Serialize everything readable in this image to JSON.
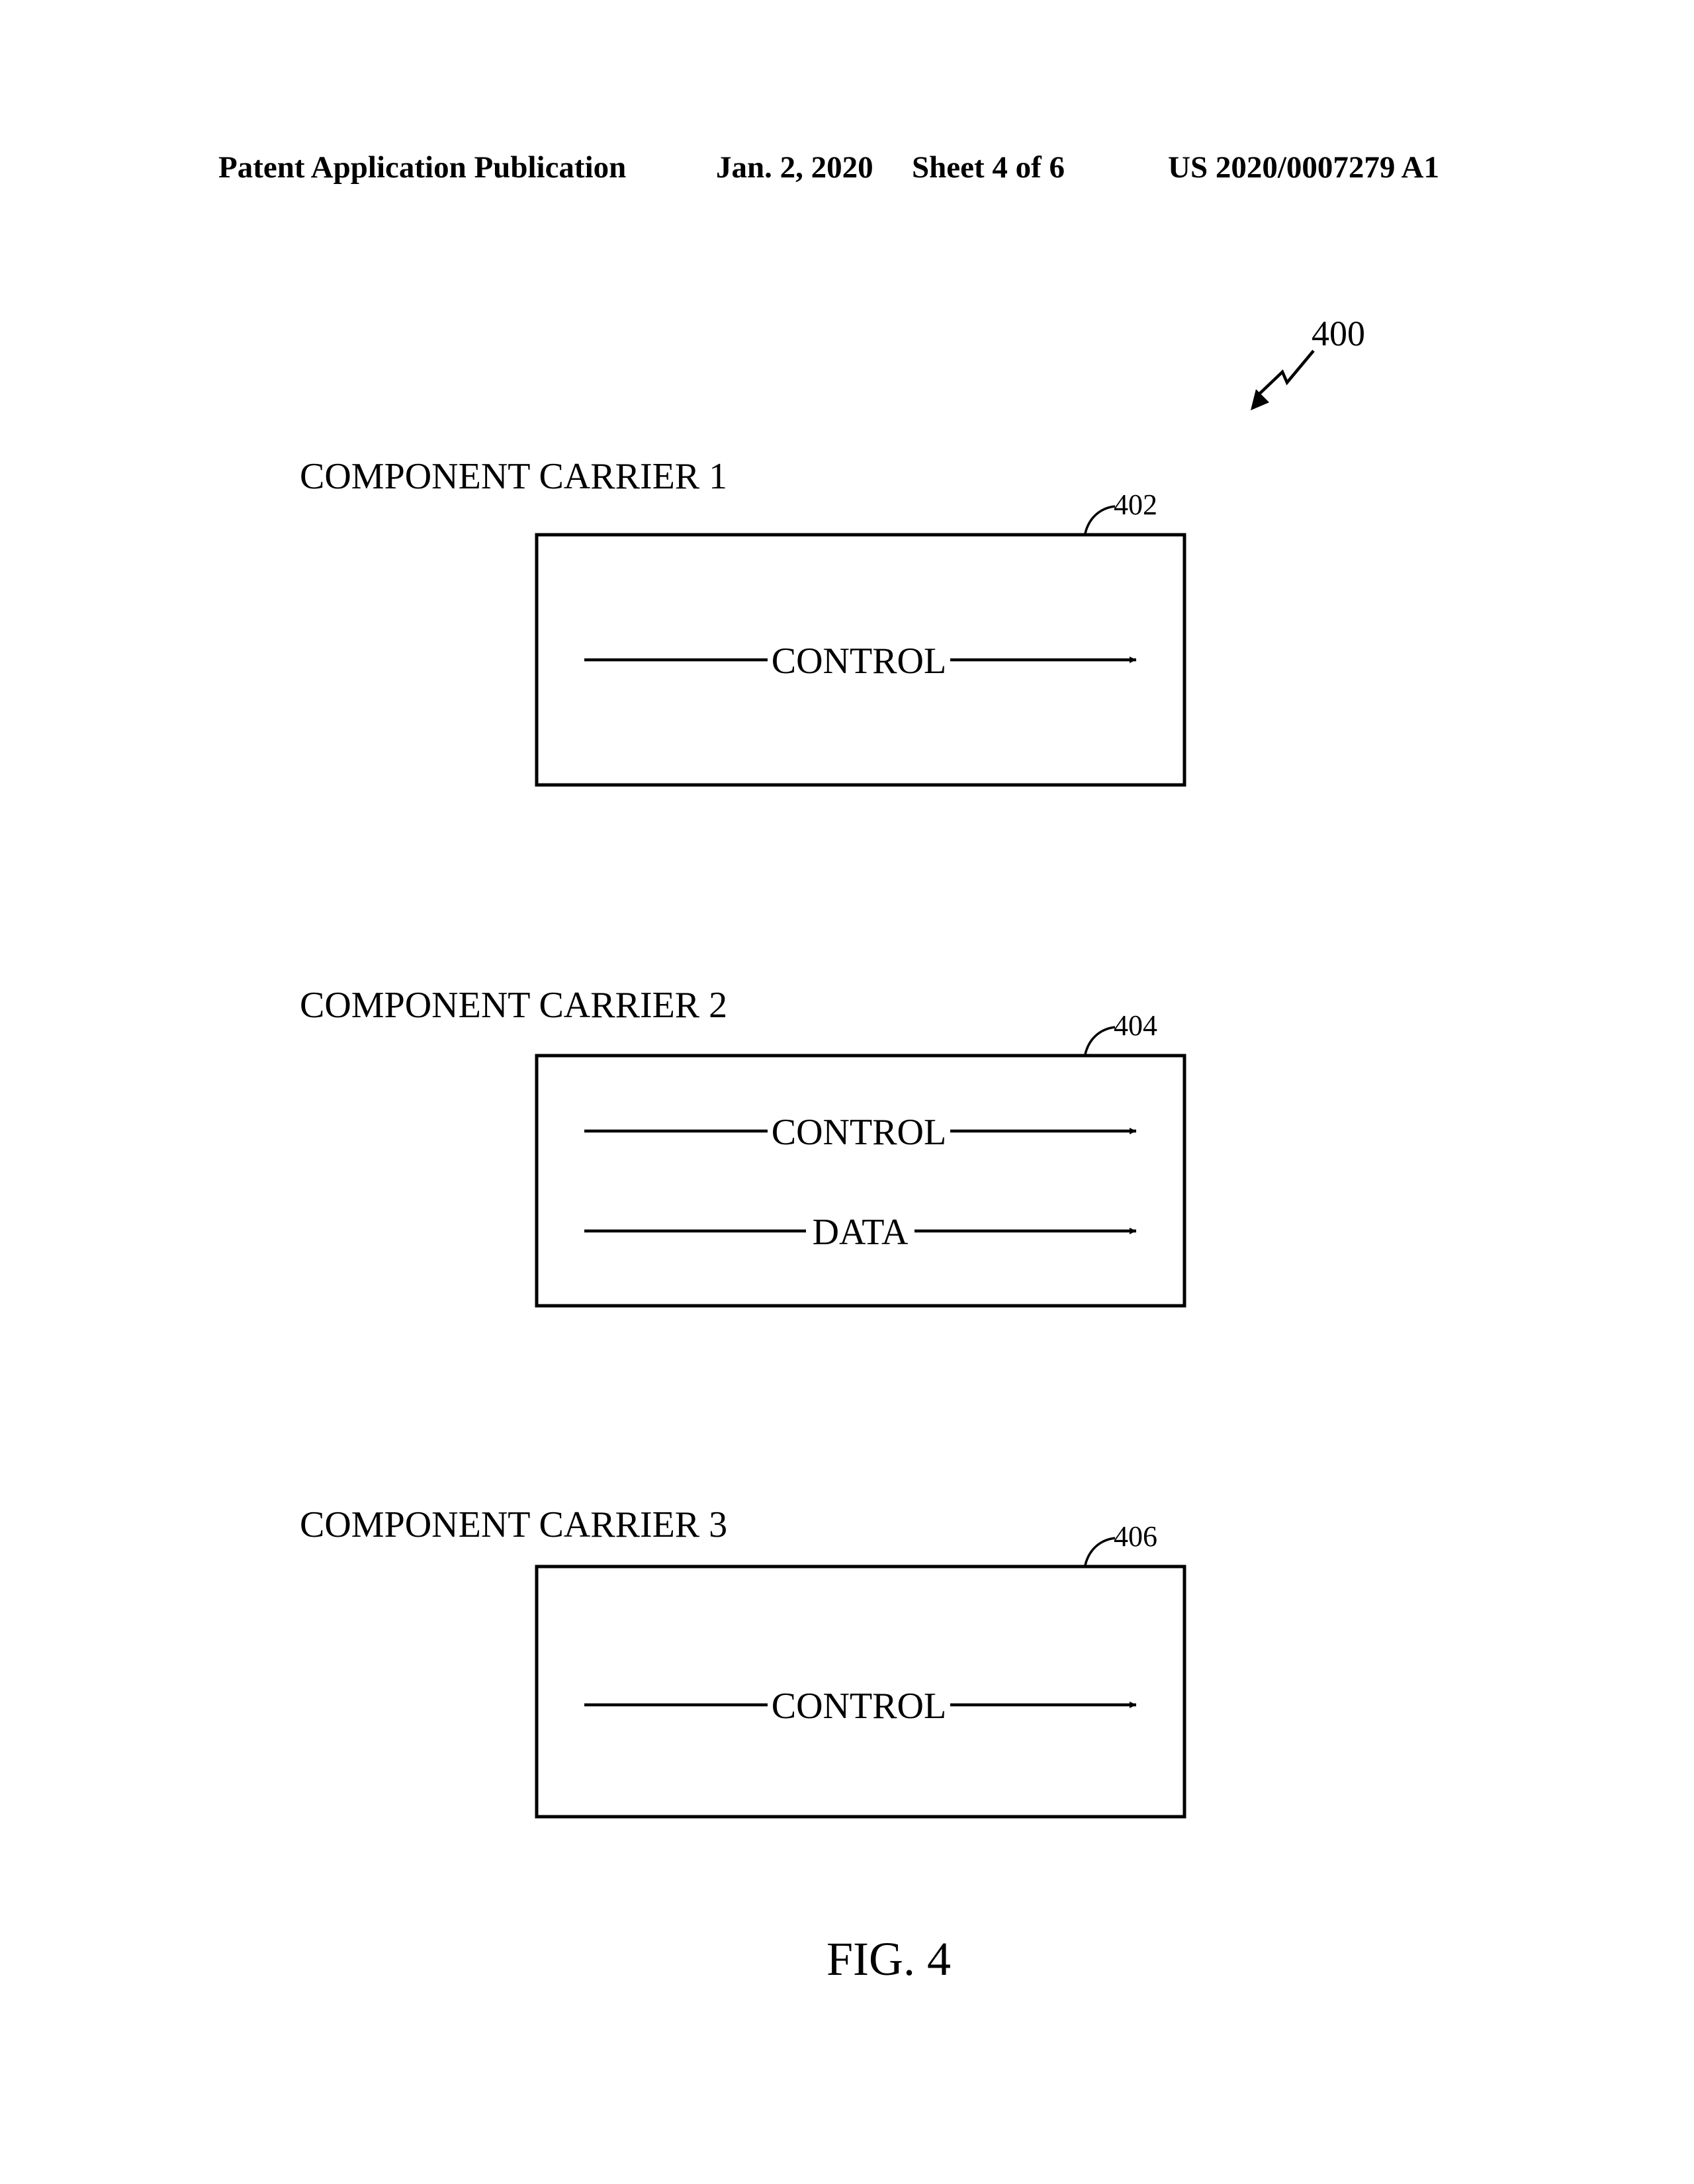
{
  "header": {
    "publication": "Patent Application Publication",
    "date": "Jan. 2, 2020",
    "sheet": "Sheet 4 of 6",
    "number": "US 2020/0007279 A1"
  },
  "figure": {
    "reference": "400",
    "caption": "FIG. 4"
  },
  "carriers": [
    {
      "title": "COMPONENT CARRIER 1",
      "ref": "402",
      "signals": [
        "CONTROL"
      ]
    },
    {
      "title": "COMPONENT CARRIER 2",
      "ref": "404",
      "signals": [
        "CONTROL",
        "DATA"
      ]
    },
    {
      "title": "COMPONENT CARRIER 3",
      "ref": "406",
      "signals": [
        "CONTROL"
      ]
    }
  ]
}
